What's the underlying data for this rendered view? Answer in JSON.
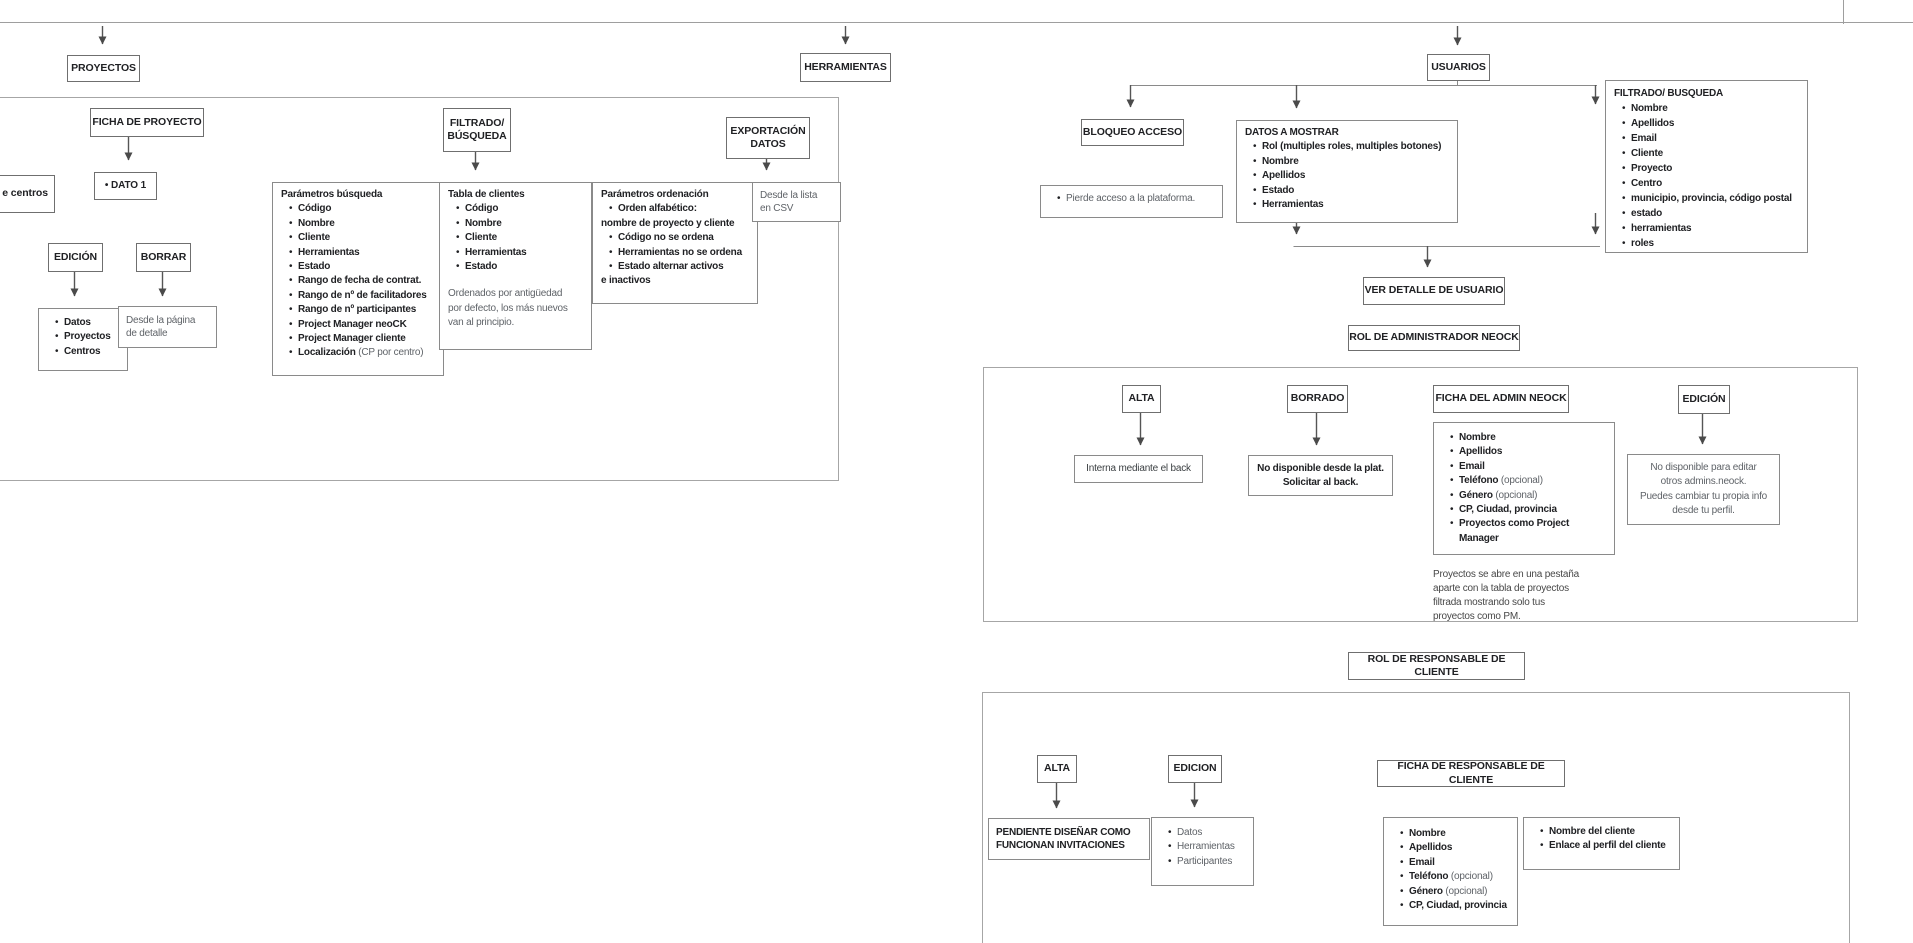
{
  "palette": {
    "rail": "#8a8a8a",
    "arrow": "#555555",
    "frame": "#a6a6a6",
    "top_line": "#9e9e9e"
  },
  "proyectos": {
    "title": "PROYECTOS",
    "ficha_label": "FICHA DE PROYECTO",
    "dato1": "•  DATO 1",
    "centros_partial": "e centros",
    "edicion_label": "EDICIÓN",
    "borrar_label": "BORRAR",
    "edicion_items": [
      {
        "b": "Datos"
      },
      {
        "b": "Proyectos"
      },
      {
        "b": "Centros"
      }
    ],
    "borrar_note": "Desde la página\nde detalle",
    "filtrado_label": "FILTRADO/\nBÚSQUEDA",
    "param_busqueda": {
      "title": "Parámetros búsqueda",
      "items": [
        {
          "b": "Código"
        },
        {
          "b": "Nombre"
        },
        {
          "b": "Cliente"
        },
        {
          "b": "Herramientas"
        },
        {
          "b": "Estado"
        },
        {
          "b": "Rango de fecha de contrat."
        },
        {
          "b": "Rango de nº de facilitadores"
        },
        {
          "b": "Rango de nº participantes"
        },
        {
          "b": "Project Manager neoCK"
        },
        {
          "b": "Project Manager cliente"
        },
        {
          "b": "Localización",
          "r": " (CP por centro)"
        }
      ]
    },
    "tabla_clientes": {
      "title": "Tabla de clientes",
      "items": [
        {
          "b": "Código"
        },
        {
          "b": "Nombre"
        },
        {
          "b": "Cliente"
        },
        {
          "b": "Herramientas"
        },
        {
          "b": "Estado"
        }
      ],
      "note": "Ordenados por antigüedad\npor defecto, los más nuevos\nvan al principio."
    },
    "param_ordenacion": {
      "title": "Parámetros ordenación",
      "items": [
        {
          "b": "Orden alfabético:"
        },
        {
          "b": "nombre de proyecto y cliente",
          "nobullet": true
        },
        {
          "b": "Código no se ordena"
        },
        {
          "b": "Herramientas no se ordena"
        },
        {
          "b": "Estado alternar activos"
        },
        {
          "b": "e inactivos",
          "nobullet": true
        }
      ]
    },
    "exportacion_label": "EXPORTACIÓN\nDATOS",
    "exportacion_note": "Desde la lista\nen CSV"
  },
  "herramientas": {
    "title": "HERRAMIENTAS"
  },
  "usuarios": {
    "title": "USUARIOS",
    "bloqueo_label": "BLOQUEO ACCESO",
    "bloqueo_items": [
      {
        "r": "Pierde acceso a la plataforma."
      }
    ],
    "datos_mostrar": {
      "title": "DATOS A MOSTRAR",
      "items": [
        {
          "b": "Rol (multiples roles, multiples botones)"
        },
        {
          "b": "Nombre"
        },
        {
          "b": "Apellidos"
        },
        {
          "b": "Estado"
        },
        {
          "b": "Herramientas"
        }
      ]
    },
    "filtrado": {
      "title": "FILTRADO/ BUSQUEDA",
      "items": [
        {
          "b": "Nombre"
        },
        {
          "b": "Apellidos"
        },
        {
          "b": "Email"
        },
        {
          "b": "Cliente"
        },
        {
          "b": "Proyecto"
        },
        {
          "b": "Centro"
        },
        {
          "b": "municipio, provincia, código postal"
        },
        {
          "b": "estado"
        },
        {
          "b": "herramientas"
        },
        {
          "b": "roles"
        }
      ]
    },
    "ver_detalle_label": "VER DETALLE DE USUARIO",
    "rol_admin": {
      "title": "ROL DE ADMINISTRADOR NEOCK",
      "alta_label": "ALTA",
      "alta_note": "Interna mediante el back",
      "borrado_label": "BORRADO",
      "borrado_note": "No disponible desde la plat.\nSolicitar al back.",
      "ficha_label": "FICHA DEL ADMIN NEOCK",
      "ficha_items": [
        {
          "b": "Nombre"
        },
        {
          "b": "Apellidos"
        },
        {
          "b": "Email"
        },
        {
          "b": "Teléfono",
          "r": " (opcional)"
        },
        {
          "b": "Género",
          "r": " (opcional)"
        },
        {
          "b": "CP, Ciudad, provincia"
        },
        {
          "b": "Proyectos como Project"
        },
        {
          "b": "Manager",
          "cont": true
        }
      ],
      "ficha_note": "Proyectos se abre en una pestaña\naparte con la tabla de proyectos\nfiltrada mostrando solo tus\nproyectos como PM.",
      "edicion_label": "EDICIÓN",
      "edicion_note": "No disponible para editar\notros admins.neock.\nPuedes cambiar tu propia info\ndesde tu perfil."
    },
    "rol_responsable": {
      "title": "ROL DE RESPONSABLE DE CLIENTE",
      "alta_label": "ALTA",
      "alta_note": "PENDIENTE DISEÑAR COMO\nFUNCIONAN INVITACIONES",
      "edicion_label": "EDICION",
      "edicion_items": [
        {
          "r": "Datos"
        },
        {
          "r": "Herramientas"
        },
        {
          "r": "Participantes"
        }
      ],
      "ficha_label": "FICHA DE RESPONSABLE DE CLIENTE",
      "ficha_items": [
        {
          "b": "Nombre"
        },
        {
          "b": "Apellidos"
        },
        {
          "b": "Email"
        },
        {
          "b": "Teléfono",
          "r": " (opcional)"
        },
        {
          "b": "Género",
          "r": " (opcional)"
        },
        {
          "b": "CP, Ciudad, provincia"
        }
      ],
      "cliente_items": [
        {
          "b": "Nombre del cliente"
        },
        {
          "b": "Enlace al perfil del cliente"
        }
      ]
    }
  }
}
